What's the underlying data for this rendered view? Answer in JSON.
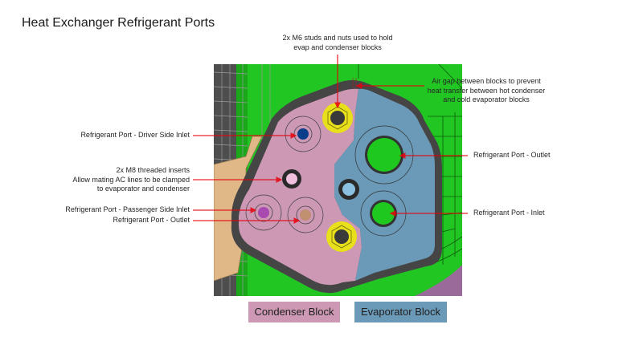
{
  "title": "Heat Exchanger Refrigerant Ports",
  "callouts": {
    "studs": [
      "2x M6 studs and nuts used to hold",
      "evap and condenser blocks"
    ],
    "air_gap": [
      "Air gap between blocks to prevent",
      "heat transfer between hot condenser",
      "and cold evaporator blocks"
    ],
    "driver_inlet": "Refrigerant Port -  Driver Side Inlet",
    "inserts": [
      "2x M8 threaded inserts",
      "Allow mating AC lines to be clamped",
      "to evaporator and condenser"
    ],
    "passenger_inlet": "Refrigerant Port -  Passenger Side Inlet",
    "condenser_outlet": "Refrigerant Port -  Outlet",
    "evap_outlet": "Refrigerant Port -  Outlet",
    "evap_inlet": "Refrigerant Port -  Inlet"
  },
  "legend": {
    "condenser": {
      "label": "Condenser Block",
      "color": "#cc98b4"
    },
    "evaporator": {
      "label": "Evaporator Block",
      "color": "#6a9ab8"
    }
  },
  "colors": {
    "background_part": "#1ec81e",
    "gasket": "#474747",
    "leader": "#e8000a",
    "nut": "#e8e01a"
  }
}
